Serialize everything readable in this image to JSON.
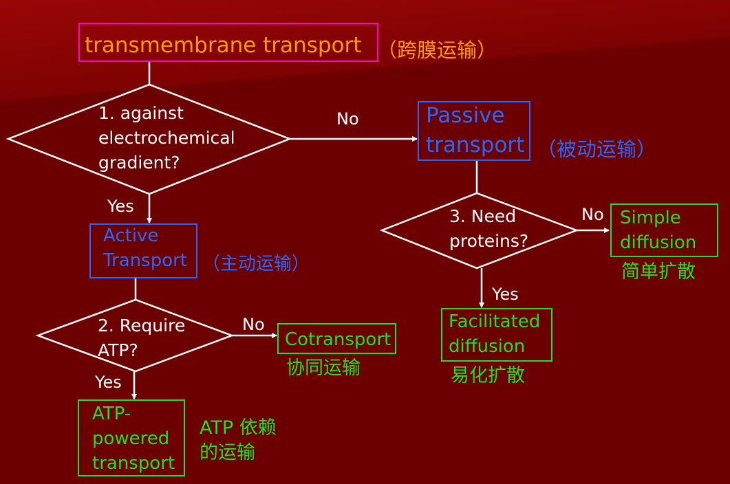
{
  "title": {
    "label": "transmembrane transport",
    "zh": "（跨膜运输）"
  },
  "q1": {
    "lines": [
      "1. against",
      "electrochemical",
      "gradient?"
    ]
  },
  "q2": {
    "lines": [
      "2. Require",
      "ATP?"
    ]
  },
  "q3": {
    "lines": [
      "3. Need",
      "proteins?"
    ]
  },
  "edges": {
    "q1_no": "No",
    "q1_yes": "Yes",
    "q2_no": "No",
    "q2_yes": "Yes",
    "q3_no": "No",
    "q3_yes": "Yes"
  },
  "passive": {
    "lines": [
      "Passive",
      "transport"
    ],
    "zh": "（被动运输）"
  },
  "active": {
    "lines": [
      "Active",
      "Transport"
    ],
    "zh": "（主动运输）"
  },
  "simple": {
    "lines": [
      "Simple",
      "diffusion"
    ],
    "zh": "简单扩散"
  },
  "facilitated": {
    "lines": [
      "Facilitated",
      "diffusion"
    ],
    "zh": "易化扩散"
  },
  "cotransport": {
    "label": "Cotransport",
    "zh": "协同运输"
  },
  "atp_powered": {
    "lines": [
      "ATP-",
      "powered",
      "transport"
    ],
    "zh_lines": [
      "ATP 依赖",
      "的运输"
    ]
  },
  "colors": {
    "background": "#6c0000",
    "title_border": "#ff00cc",
    "title_text": "#ff9a00",
    "blue": "#2a66ff",
    "green": "#22e022",
    "line": "#ffffff"
  }
}
